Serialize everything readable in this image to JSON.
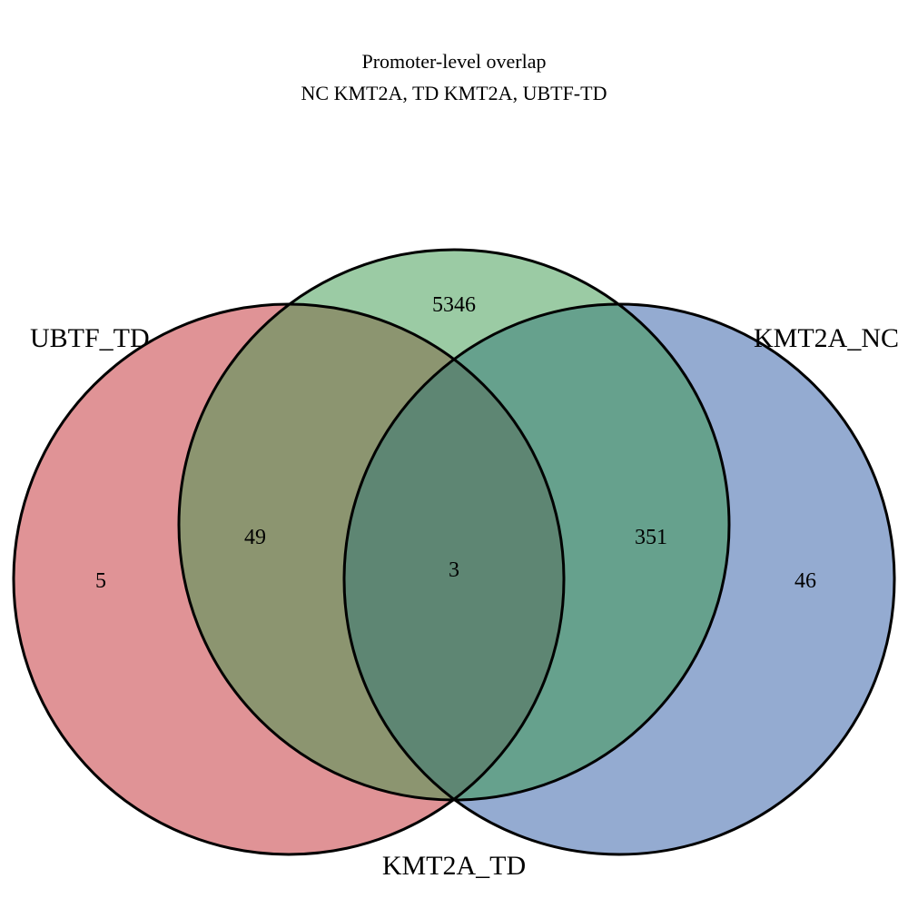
{
  "title": {
    "line1": "Promoter-level overlap",
    "line2": "NC KMT2A, TD KMT2A, UBTF-TD"
  },
  "sets": {
    "ubtf_td": {
      "label": "UBTF_TD",
      "color": "#c2272d"
    },
    "kmt2a_td": {
      "label": "KMT2A_TD",
      "color": "#37974a"
    },
    "kmt2a_nc": {
      "label": "KMT2A_NC",
      "color": "#2a57a3"
    }
  },
  "regions": {
    "ubtf_td_only": "5",
    "kmt2a_td_only": "5346",
    "kmt2a_nc_only": "46",
    "ubtf_td_and_kmt2a_td": "49",
    "kmt2a_td_and_kmt2a_nc": "351",
    "all_three": "3"
  }
}
